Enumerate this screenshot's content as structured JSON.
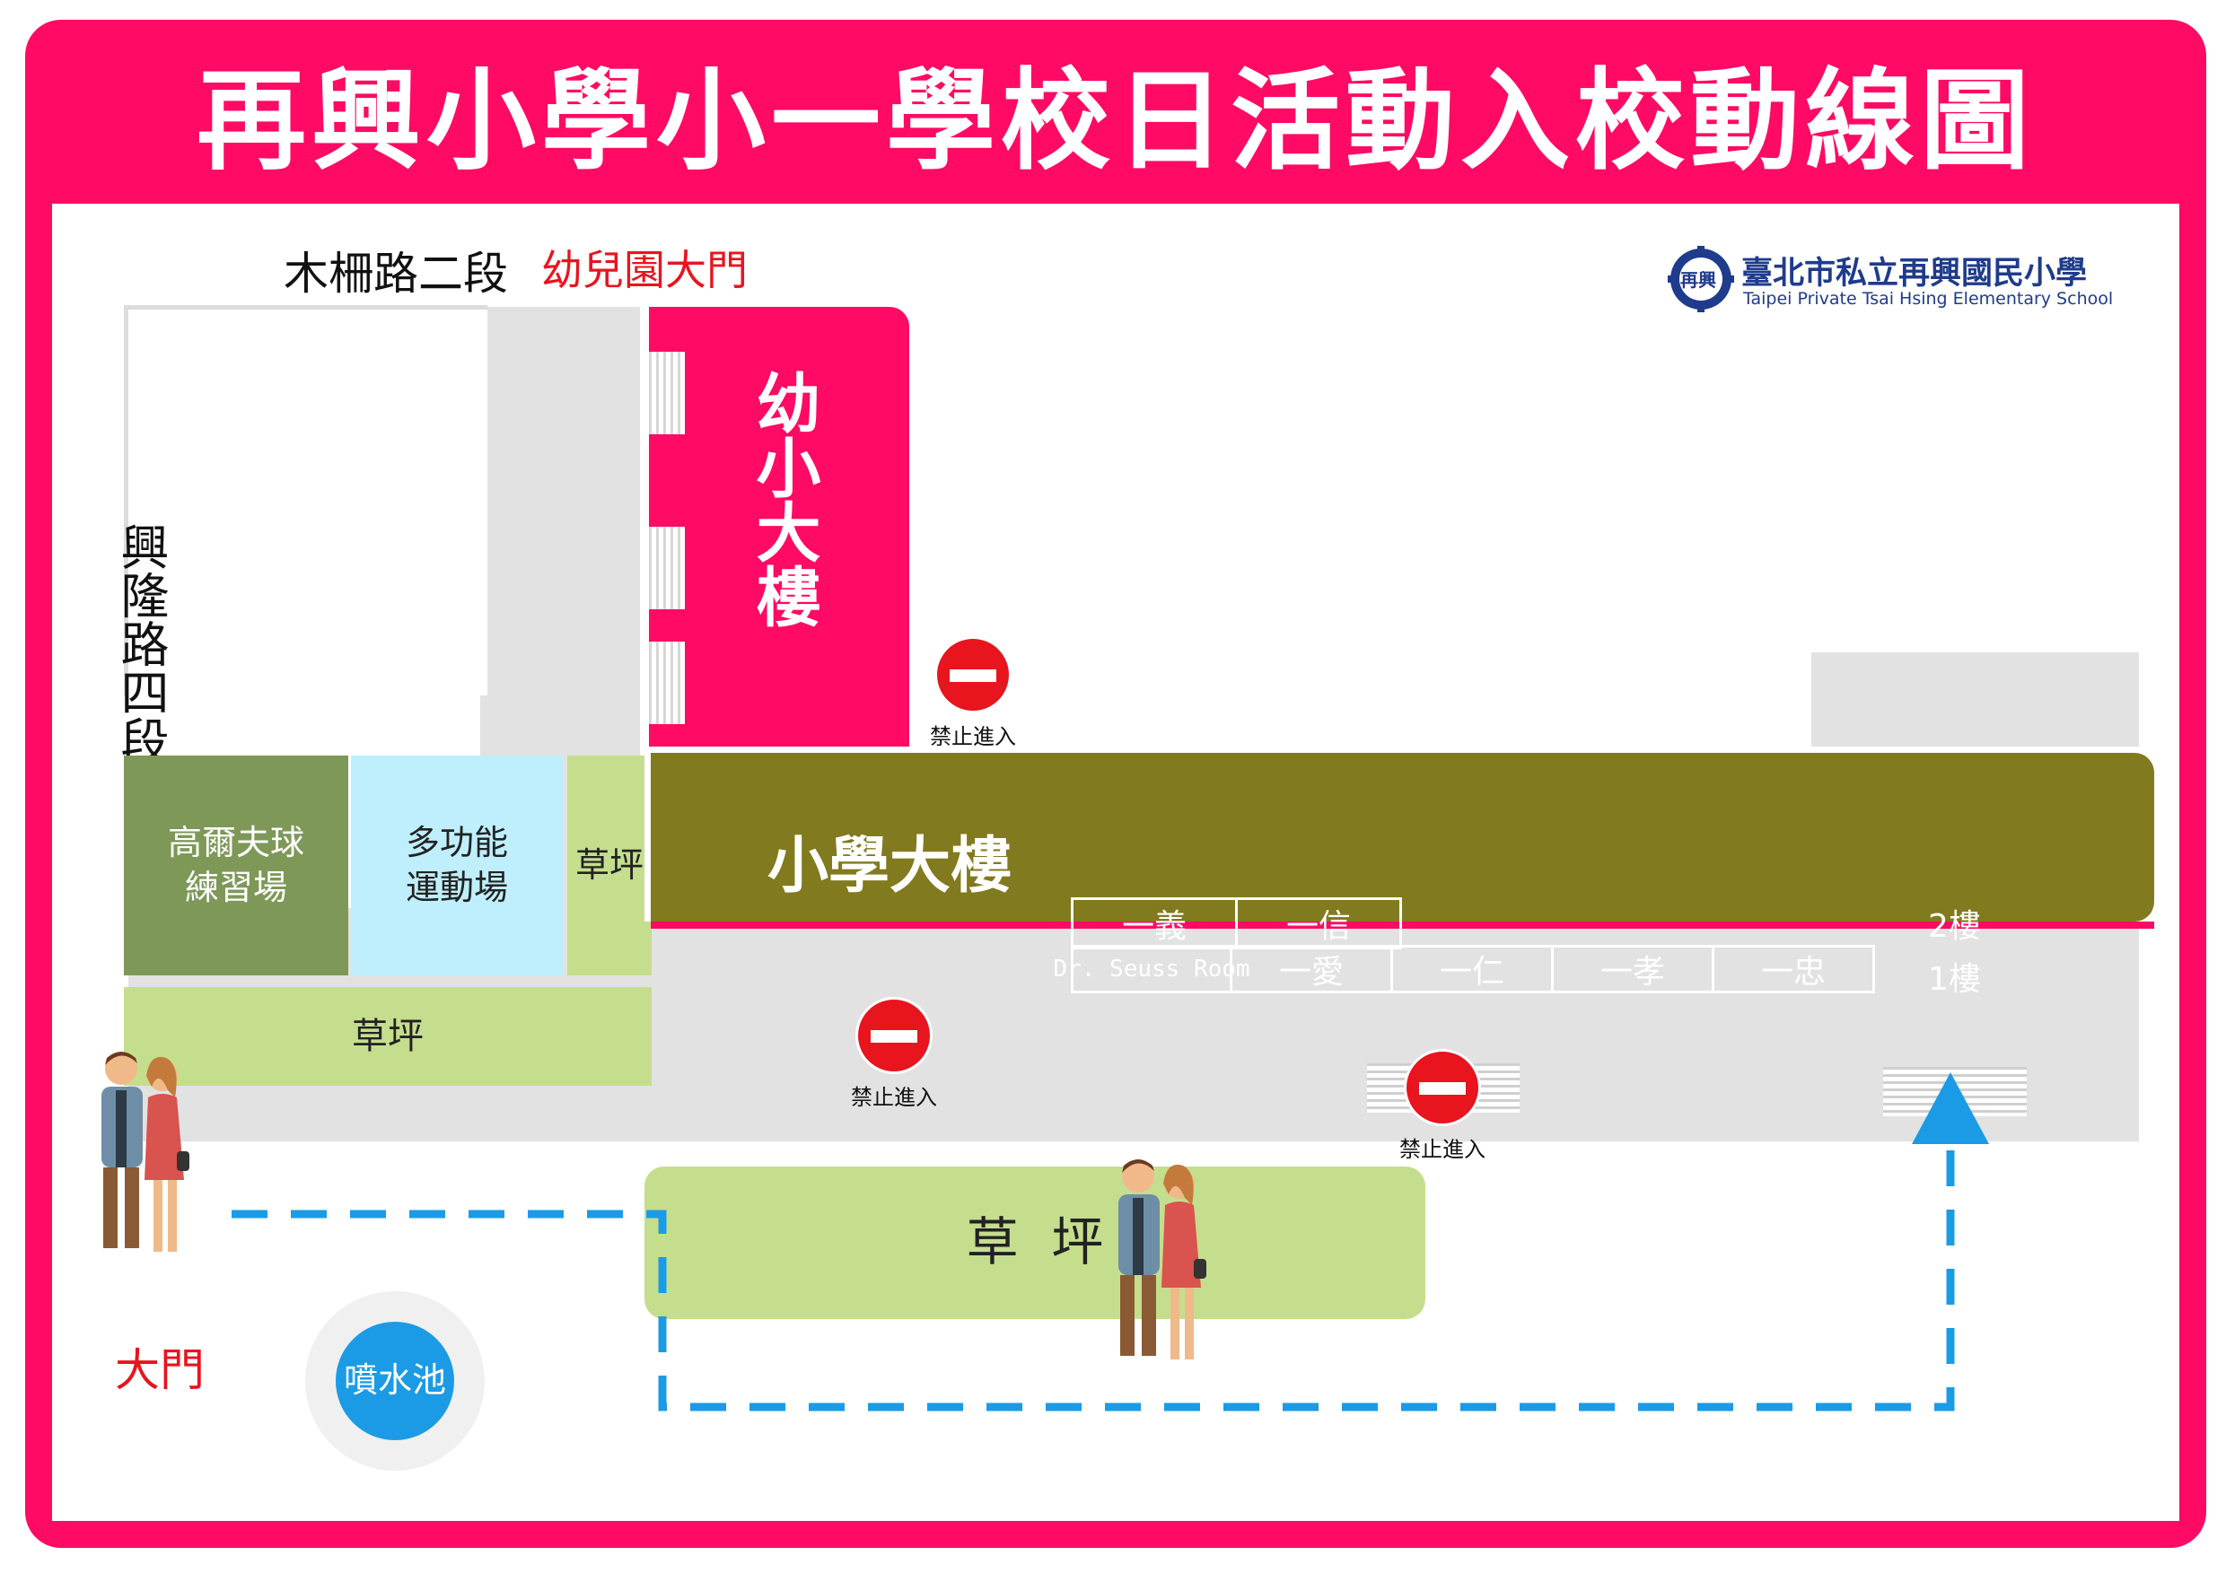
{
  "title": "再興小學小一學校日活動入校動線圖",
  "school": {
    "emblem_text": "再興",
    "name_zh": "臺北市私立再興國民小學",
    "name_en": "Taipei Private Tsai Hsing Elementary School"
  },
  "roads": {
    "top": "木柵路二段",
    "left": "興隆路四段"
  },
  "gates": {
    "kindergarten": "幼兒園大門",
    "main": "大門"
  },
  "areas": {
    "golf": "高爾夫球\n練習場",
    "multi": "多功能\n運動場",
    "lawn_small": "草坪",
    "lawn_left": "草坪",
    "lawn_center": "草  坪",
    "fountain": "噴水池"
  },
  "kindergarten_building": "幼小大樓",
  "primary_building": {
    "name": "小學大樓",
    "floor2_label": "2樓",
    "floor1_label": "1樓",
    "floor2_rooms": [
      "一義",
      "一信"
    ],
    "floor1_rooms": [
      "Dr. Seuss Room",
      "一愛",
      "一仁",
      "一孝",
      "一忠"
    ]
  },
  "signs": {
    "no_entry": "禁止進入"
  },
  "colors": {
    "frame": "#ff0a64",
    "kindergarten_building": "#ff0a64",
    "primary_building": "#827a1f",
    "lawn": "#c5de8e",
    "golf": "#7e9858",
    "multi": "#bfeffc",
    "route": "#1b9be6",
    "gate_text": "#e8141e"
  }
}
